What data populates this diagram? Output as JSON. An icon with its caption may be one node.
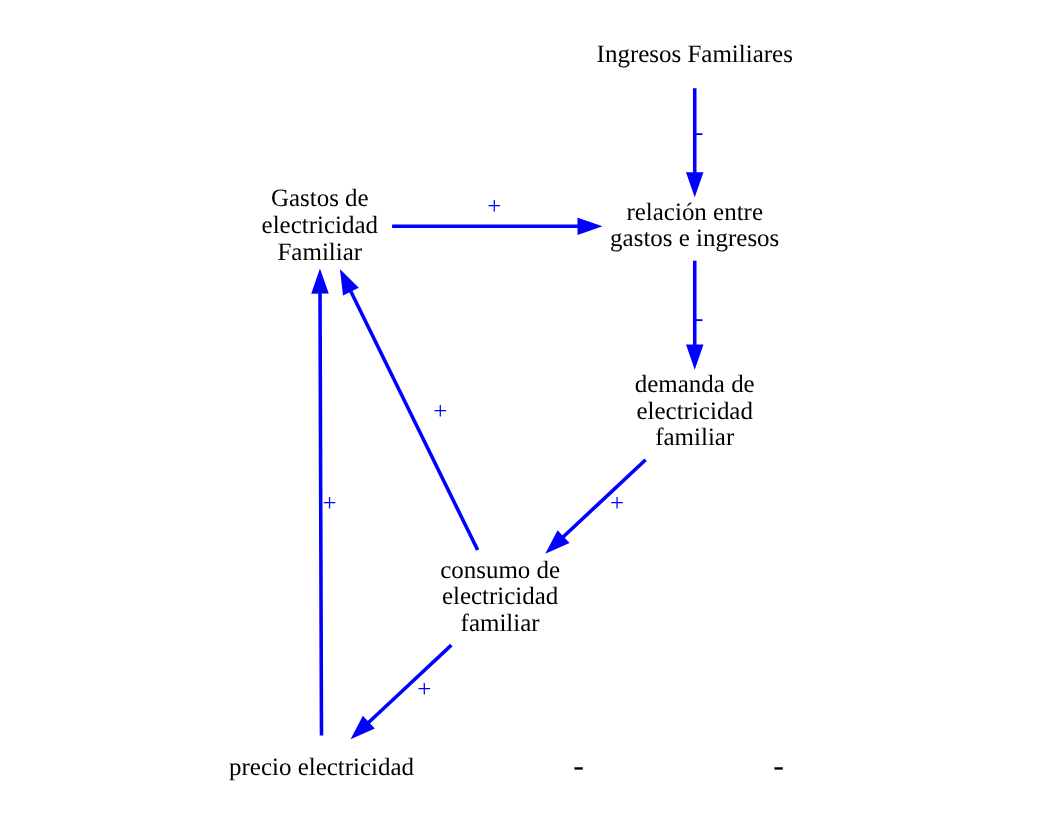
{
  "diagram": {
    "nodes": [
      {
        "text": [
          "Ingresos Familiares"
        ]
      },
      {
        "text": [
          "Gastos de electricidad Familiar"
        ]
      },
      {
        "text": [
          "relación entre gastos e ingresos"
        ]
      },
      {
        "text": [
          "precio electricidad"
        ]
      },
      {
        "text": [
          "demanda de electricidad familiar"
        ]
      },
      {
        "text": [
          "consumo de electricidad familiar"
        ]
      }
    ],
    "edges": [
      {
        "from": 0,
        "to": 2,
        "arrow": "to",
        "label": "-"
      },
      {
        "from": 1,
        "to": 2,
        "arrow": "to",
        "label": "+"
      },
      {
        "from": 2,
        "to": 4,
        "arrow": "to",
        "label": "-"
      },
      {
        "from": 4,
        "to": 5,
        "arrow": "to",
        "label": "+"
      },
      {
        "from": 5,
        "to": 3,
        "arrow": "to",
        "label": "+"
      },
      {
        "from": 3,
        "to": 1,
        "arrow": "to",
        "label": "+"
      },
      {
        "from": 5,
        "to": 1,
        "arrow": "to",
        "label": "+"
      }
    ],
    "labels": [
      "-",
      "-"
    ]
  }
}
